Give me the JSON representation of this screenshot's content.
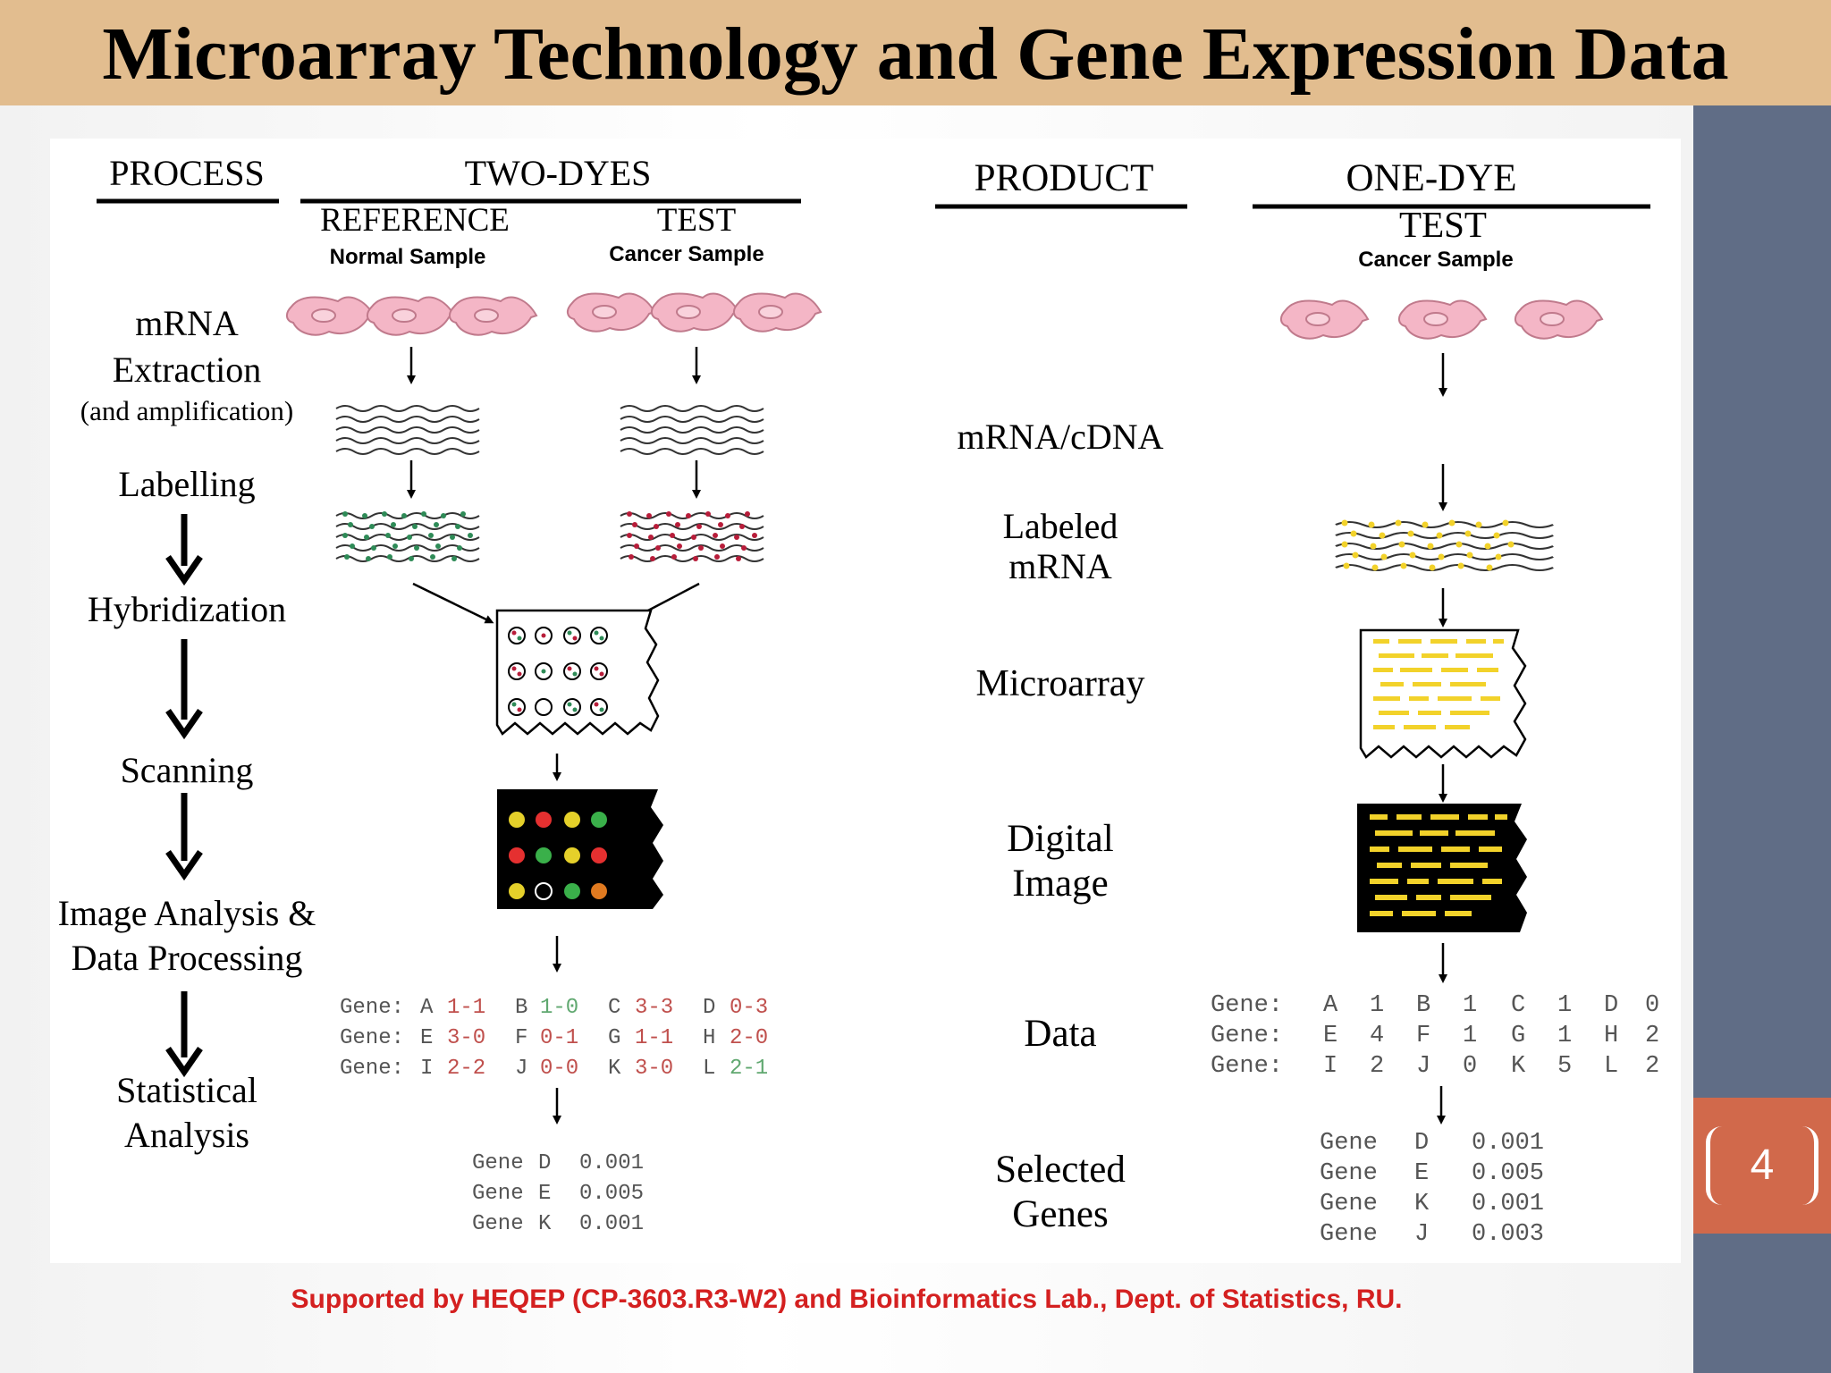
{
  "slide": {
    "title": "Microarray Technology and Gene Expression Data",
    "page_number": "4",
    "footer": "Supported by HEQEP (CP-3603.R3-W2) and Bioinformatics Lab., Dept. of Statistics, RU."
  },
  "colors": {
    "title_bar": "#e2bd8f",
    "side_bar": "#606d86",
    "page_badge": "#d1694b",
    "footer_text": "#d42020",
    "cell_fill": "#f4b6c6",
    "reference_green": "#2e8b57",
    "test_red": "#b81d3a",
    "dye_yellow": "#f2d22a"
  },
  "left": {
    "process_header": "PROCESS",
    "twodyes_header": "TWO-DYES",
    "reference_label": "REFERENCE",
    "reference_sub": "Normal Sample",
    "test_label": "TEST",
    "test_sub": "Cancer Sample",
    "steps": {
      "mrna": "mRNA",
      "extraction": "Extraction",
      "amplification": "(and amplification)",
      "labelling": "Labelling",
      "hybridization": "Hybridization",
      "scanning": "Scanning",
      "image_analysis": "Image Analysis &",
      "data_processing": "Data Processing",
      "statistical": "Statistical",
      "analysis": "Analysis"
    },
    "data_rows": [
      [
        {
          "g": "A",
          "v": "1-1"
        },
        {
          "g": "B",
          "v": "1-0"
        },
        {
          "g": "C",
          "v": "3-3"
        },
        {
          "g": "D",
          "v": "0-3"
        }
      ],
      [
        {
          "g": "E",
          "v": "3-0"
        },
        {
          "g": "F",
          "v": "0-1"
        },
        {
          "g": "G",
          "v": "1-1"
        },
        {
          "g": "H",
          "v": "2-0"
        }
      ],
      [
        {
          "g": "I",
          "v": "2-2"
        },
        {
          "g": "J",
          "v": "0-0"
        },
        {
          "g": "K",
          "v": "3-0"
        },
        {
          "g": "L",
          "v": "2-1"
        }
      ]
    ],
    "gene_prefix": "Gene:",
    "selected_prefix": "Gene",
    "selected": [
      {
        "g": "D",
        "v": "0.001"
      },
      {
        "g": "E",
        "v": "0.005"
      },
      {
        "g": "K",
        "v": "0.001"
      }
    ]
  },
  "right": {
    "product_header": "PRODUCT",
    "onedye_header": "ONE-DYE",
    "test_label": "TEST",
    "test_sub": "Cancer Sample",
    "labels": {
      "mrna_cdna": "mRNA/cDNA",
      "labeled": "Labeled",
      "labeled_mrna": "mRNA",
      "microarray": "Microarray",
      "digital": "Digital",
      "image": "Image",
      "data": "Data",
      "selected": "Selected",
      "genes": "Genes"
    },
    "data_rows": [
      [
        {
          "g": "A",
          "v": "1"
        },
        {
          "g": "B",
          "v": "1"
        },
        {
          "g": "C",
          "v": "1"
        },
        {
          "g": "D",
          "v": "0"
        }
      ],
      [
        {
          "g": "E",
          "v": "4"
        },
        {
          "g": "F",
          "v": "1"
        },
        {
          "g": "G",
          "v": "1"
        },
        {
          "g": "H",
          "v": "2"
        }
      ],
      [
        {
          "g": "I",
          "v": "2"
        },
        {
          "g": "J",
          "v": "0"
        },
        {
          "g": "K",
          "v": "5"
        },
        {
          "g": "L",
          "v": "2"
        }
      ]
    ],
    "gene_prefix": "Gene:",
    "selected_prefix": "Gene",
    "selected": [
      {
        "g": "D",
        "v": "0.001"
      },
      {
        "g": "E",
        "v": "0.005"
      },
      {
        "g": "K",
        "v": "0.001"
      },
      {
        "g": "J",
        "v": "0.003"
      }
    ]
  }
}
